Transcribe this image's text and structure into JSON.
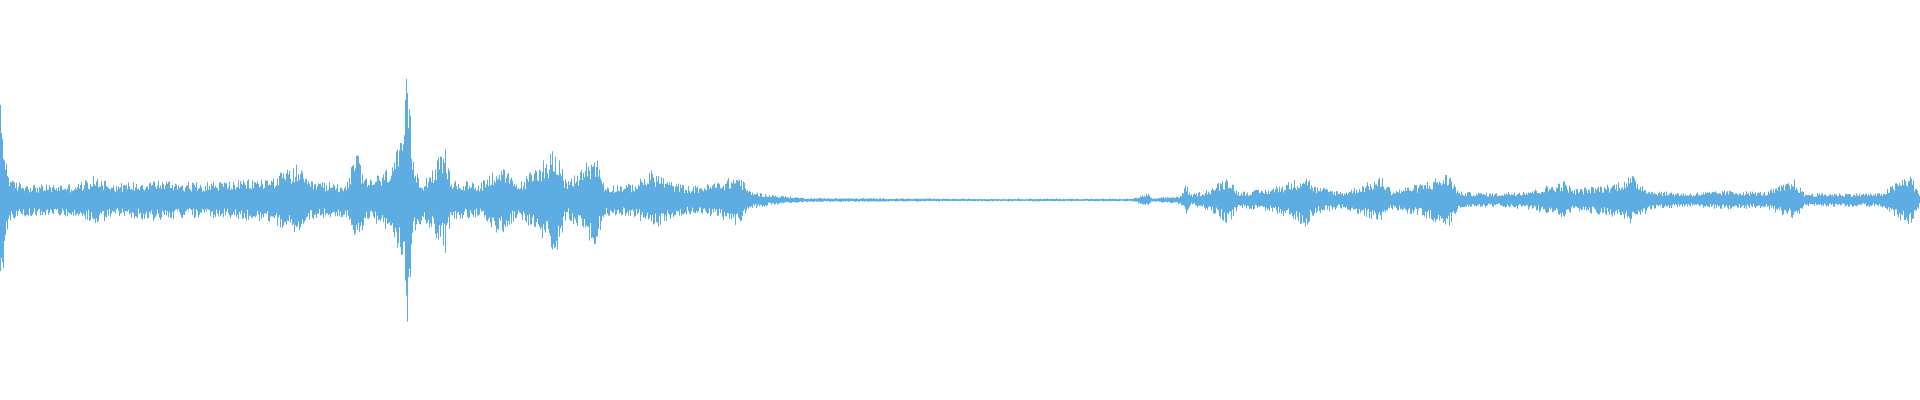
{
  "waveform": {
    "color": "#5dade2",
    "background": "#ffffff",
    "envelope": [
      [
        0.0,
        0.7
      ],
      [
        0.003,
        0.3
      ],
      [
        0.006,
        0.14
      ],
      [
        0.02,
        0.11
      ],
      [
        0.04,
        0.12
      ],
      [
        0.05,
        0.18
      ],
      [
        0.06,
        0.12
      ],
      [
        0.08,
        0.15
      ],
      [
        0.1,
        0.13
      ],
      [
        0.12,
        0.14
      ],
      [
        0.14,
        0.16
      ],
      [
        0.155,
        0.26
      ],
      [
        0.16,
        0.14
      ],
      [
        0.18,
        0.12
      ],
      [
        0.186,
        0.36
      ],
      [
        0.19,
        0.15
      ],
      [
        0.2,
        0.2
      ],
      [
        0.205,
        0.32
      ],
      [
        0.21,
        0.45
      ],
      [
        0.212,
        0.98
      ],
      [
        0.215,
        0.3
      ],
      [
        0.22,
        0.14
      ],
      [
        0.232,
        0.38
      ],
      [
        0.235,
        0.14
      ],
      [
        0.25,
        0.13
      ],
      [
        0.26,
        0.26
      ],
      [
        0.27,
        0.12
      ],
      [
        0.29,
        0.4
      ],
      [
        0.295,
        0.12
      ],
      [
        0.31,
        0.35
      ],
      [
        0.315,
        0.11
      ],
      [
        0.33,
        0.12
      ],
      [
        0.34,
        0.22
      ],
      [
        0.35,
        0.13
      ],
      [
        0.36,
        0.1
      ],
      [
        0.37,
        0.12
      ],
      [
        0.38,
        0.16
      ],
      [
        0.385,
        0.19
      ],
      [
        0.39,
        0.07
      ],
      [
        0.4,
        0.04
      ],
      [
        0.42,
        0.015
      ],
      [
        0.5,
        0.01
      ],
      [
        0.59,
        0.01
      ],
      [
        0.598,
        0.05
      ],
      [
        0.6,
        0.012
      ],
      [
        0.615,
        0.03
      ],
      [
        0.618,
        0.12
      ],
      [
        0.62,
        0.04
      ],
      [
        0.63,
        0.08
      ],
      [
        0.64,
        0.18
      ],
      [
        0.645,
        0.06
      ],
      [
        0.66,
        0.08
      ],
      [
        0.675,
        0.15
      ],
      [
        0.68,
        0.2
      ],
      [
        0.685,
        0.1
      ],
      [
        0.7,
        0.06
      ],
      [
        0.72,
        0.17
      ],
      [
        0.725,
        0.07
      ],
      [
        0.74,
        0.12
      ],
      [
        0.755,
        0.2
      ],
      [
        0.76,
        0.06
      ],
      [
        0.78,
        0.05
      ],
      [
        0.8,
        0.08
      ],
      [
        0.815,
        0.14
      ],
      [
        0.82,
        0.08
      ],
      [
        0.84,
        0.12
      ],
      [
        0.85,
        0.18
      ],
      [
        0.86,
        0.07
      ],
      [
        0.88,
        0.05
      ],
      [
        0.9,
        0.07
      ],
      [
        0.92,
        0.06
      ],
      [
        0.935,
        0.15
      ],
      [
        0.94,
        0.05
      ],
      [
        0.96,
        0.05
      ],
      [
        0.98,
        0.05
      ],
      [
        0.995,
        0.2
      ],
      [
        1.0,
        0.05
      ]
    ],
    "columns": 1920
  }
}
